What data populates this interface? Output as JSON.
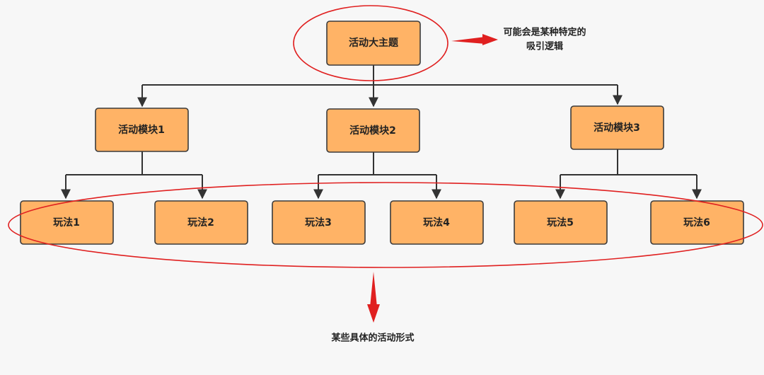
{
  "colors": {
    "node_fill": "#ffb366",
    "node_stroke": "#3a3a3a",
    "connector": "#333333",
    "highlight": "#e02020",
    "background": "#f7f7f7"
  },
  "root": {
    "label": "活动大主题"
  },
  "modules": [
    {
      "label": "活动模块1"
    },
    {
      "label": "活动模块2"
    },
    {
      "label": "活动模块3"
    }
  ],
  "plays": [
    {
      "label": "玩法1"
    },
    {
      "label": "玩法2"
    },
    {
      "label": "玩法3"
    },
    {
      "label": "玩法4"
    },
    {
      "label": "玩法5"
    },
    {
      "label": "玩法6"
    }
  ],
  "annotations": {
    "root_note_line1": "可能会是某种特定的",
    "root_note_line2": "吸引逻辑",
    "plays_note": "某些具体的活动形式"
  }
}
